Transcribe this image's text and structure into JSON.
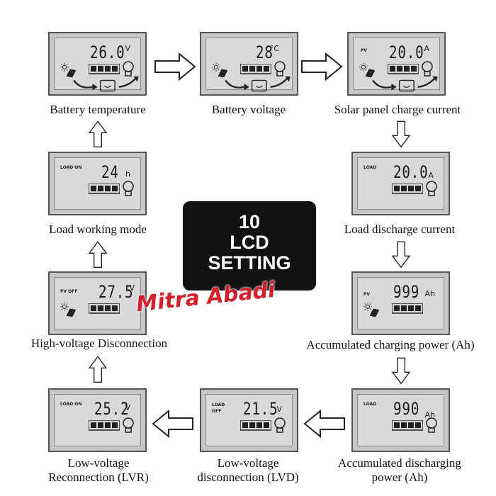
{
  "center": {
    "line1": "10",
    "line2": "LCD",
    "line3": "SETTING"
  },
  "watermark": "Mitra Abadi",
  "panels": [
    {
      "id": "battery-temperature",
      "digits": "26.0",
      "unit": "V",
      "tag": "",
      "caption": "Battery temperature"
    },
    {
      "id": "battery-voltage",
      "digits": "28",
      "unit": "°C",
      "tag": "",
      "caption": "Battery voltage"
    },
    {
      "id": "solar-charge-current",
      "digits": "20.0",
      "unit": "A",
      "tag": "PV",
      "caption": "Solar panel charge current"
    },
    {
      "id": "load-working-mode",
      "digits": "24",
      "unit": "h",
      "tag": "LOAD ON",
      "caption": "Load working mode"
    },
    {
      "id": "load-discharge-current",
      "digits": "20.0",
      "unit": "A",
      "tag": "LOAD",
      "caption": "Load discharge current"
    },
    {
      "id": "high-voltage-disconnection",
      "digits": "27.5",
      "unit": "V",
      "tag": "PV OFF",
      "caption": "High-voltage Disconnection"
    },
    {
      "id": "accumulated-charging-power",
      "digits": "999",
      "unit": "Ah",
      "tag": "PV",
      "caption": "Accumulated charging power (Ah)"
    },
    {
      "id": "low-voltage-reconnection",
      "digits": "25.2",
      "unit": "V",
      "tag": "LOAD ON",
      "caption1": "Low-voltage",
      "caption2": "Reconnection (LVR)"
    },
    {
      "id": "low-voltage-disconnection",
      "digits": "21.5",
      "unit": "V",
      "tag": "LOAD OFF",
      "caption1": "Low-voltage",
      "caption2": "disconnection (LVD)"
    },
    {
      "id": "accumulated-discharging-power",
      "digits": "990",
      "unit": "Ah",
      "tag": "LOAD",
      "caption1": "Accumulated discharging",
      "caption2": "power (Ah)"
    }
  ],
  "colors": {
    "panel": "#c6c6c6",
    "center_box": "#111111",
    "watermark": "#d21f2a"
  }
}
